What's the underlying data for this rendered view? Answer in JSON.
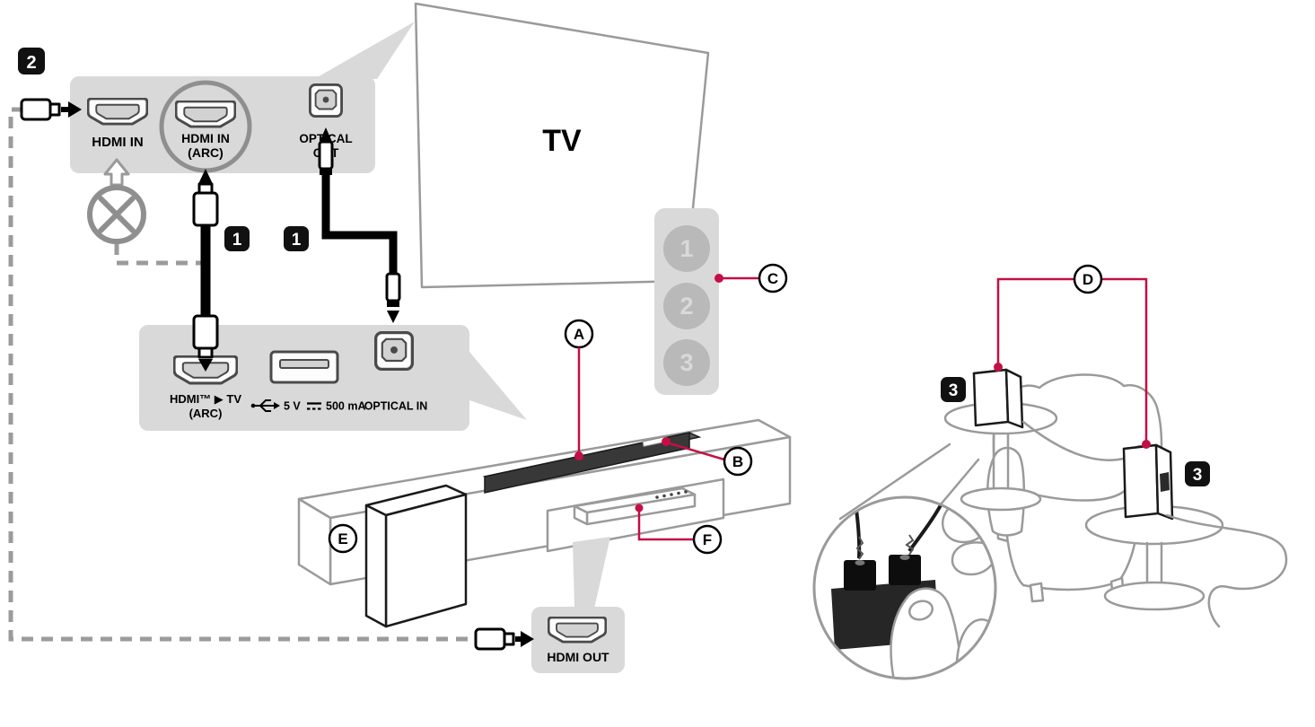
{
  "colors": {
    "accent": "#c30f45",
    "panel": "#d9d9d9",
    "line": "#9a9a9a",
    "port": "#4a4a4a",
    "badge": "#111111"
  },
  "tv": {
    "label": "TV"
  },
  "tv_rear_panel": {
    "hdmi_in": "HDMI IN",
    "hdmi_arc_line1": "HDMI IN",
    "hdmi_arc_line2": "(ARC)",
    "optical_out_line1": "OPTICAL",
    "optical_out_line2": "OUT"
  },
  "soundbar_rear_panel": {
    "hdmi_arc_line1": "HDMI™ ▶ TV",
    "hdmi_arc_line2": "(ARC)",
    "usb_volts": "5 V",
    "usb_current": "500 mA",
    "optical_in": "OPTICAL IN"
  },
  "hdmi_out_panel": {
    "label": "HDMI OUT"
  },
  "steps": {
    "one": "1",
    "two": "2",
    "three": "3"
  },
  "callouts": {
    "a": "A",
    "b": "B",
    "c": "C",
    "d": "D",
    "e": "E",
    "f": "F"
  },
  "tv_side_buttons": [
    "1",
    "2",
    "3"
  ]
}
